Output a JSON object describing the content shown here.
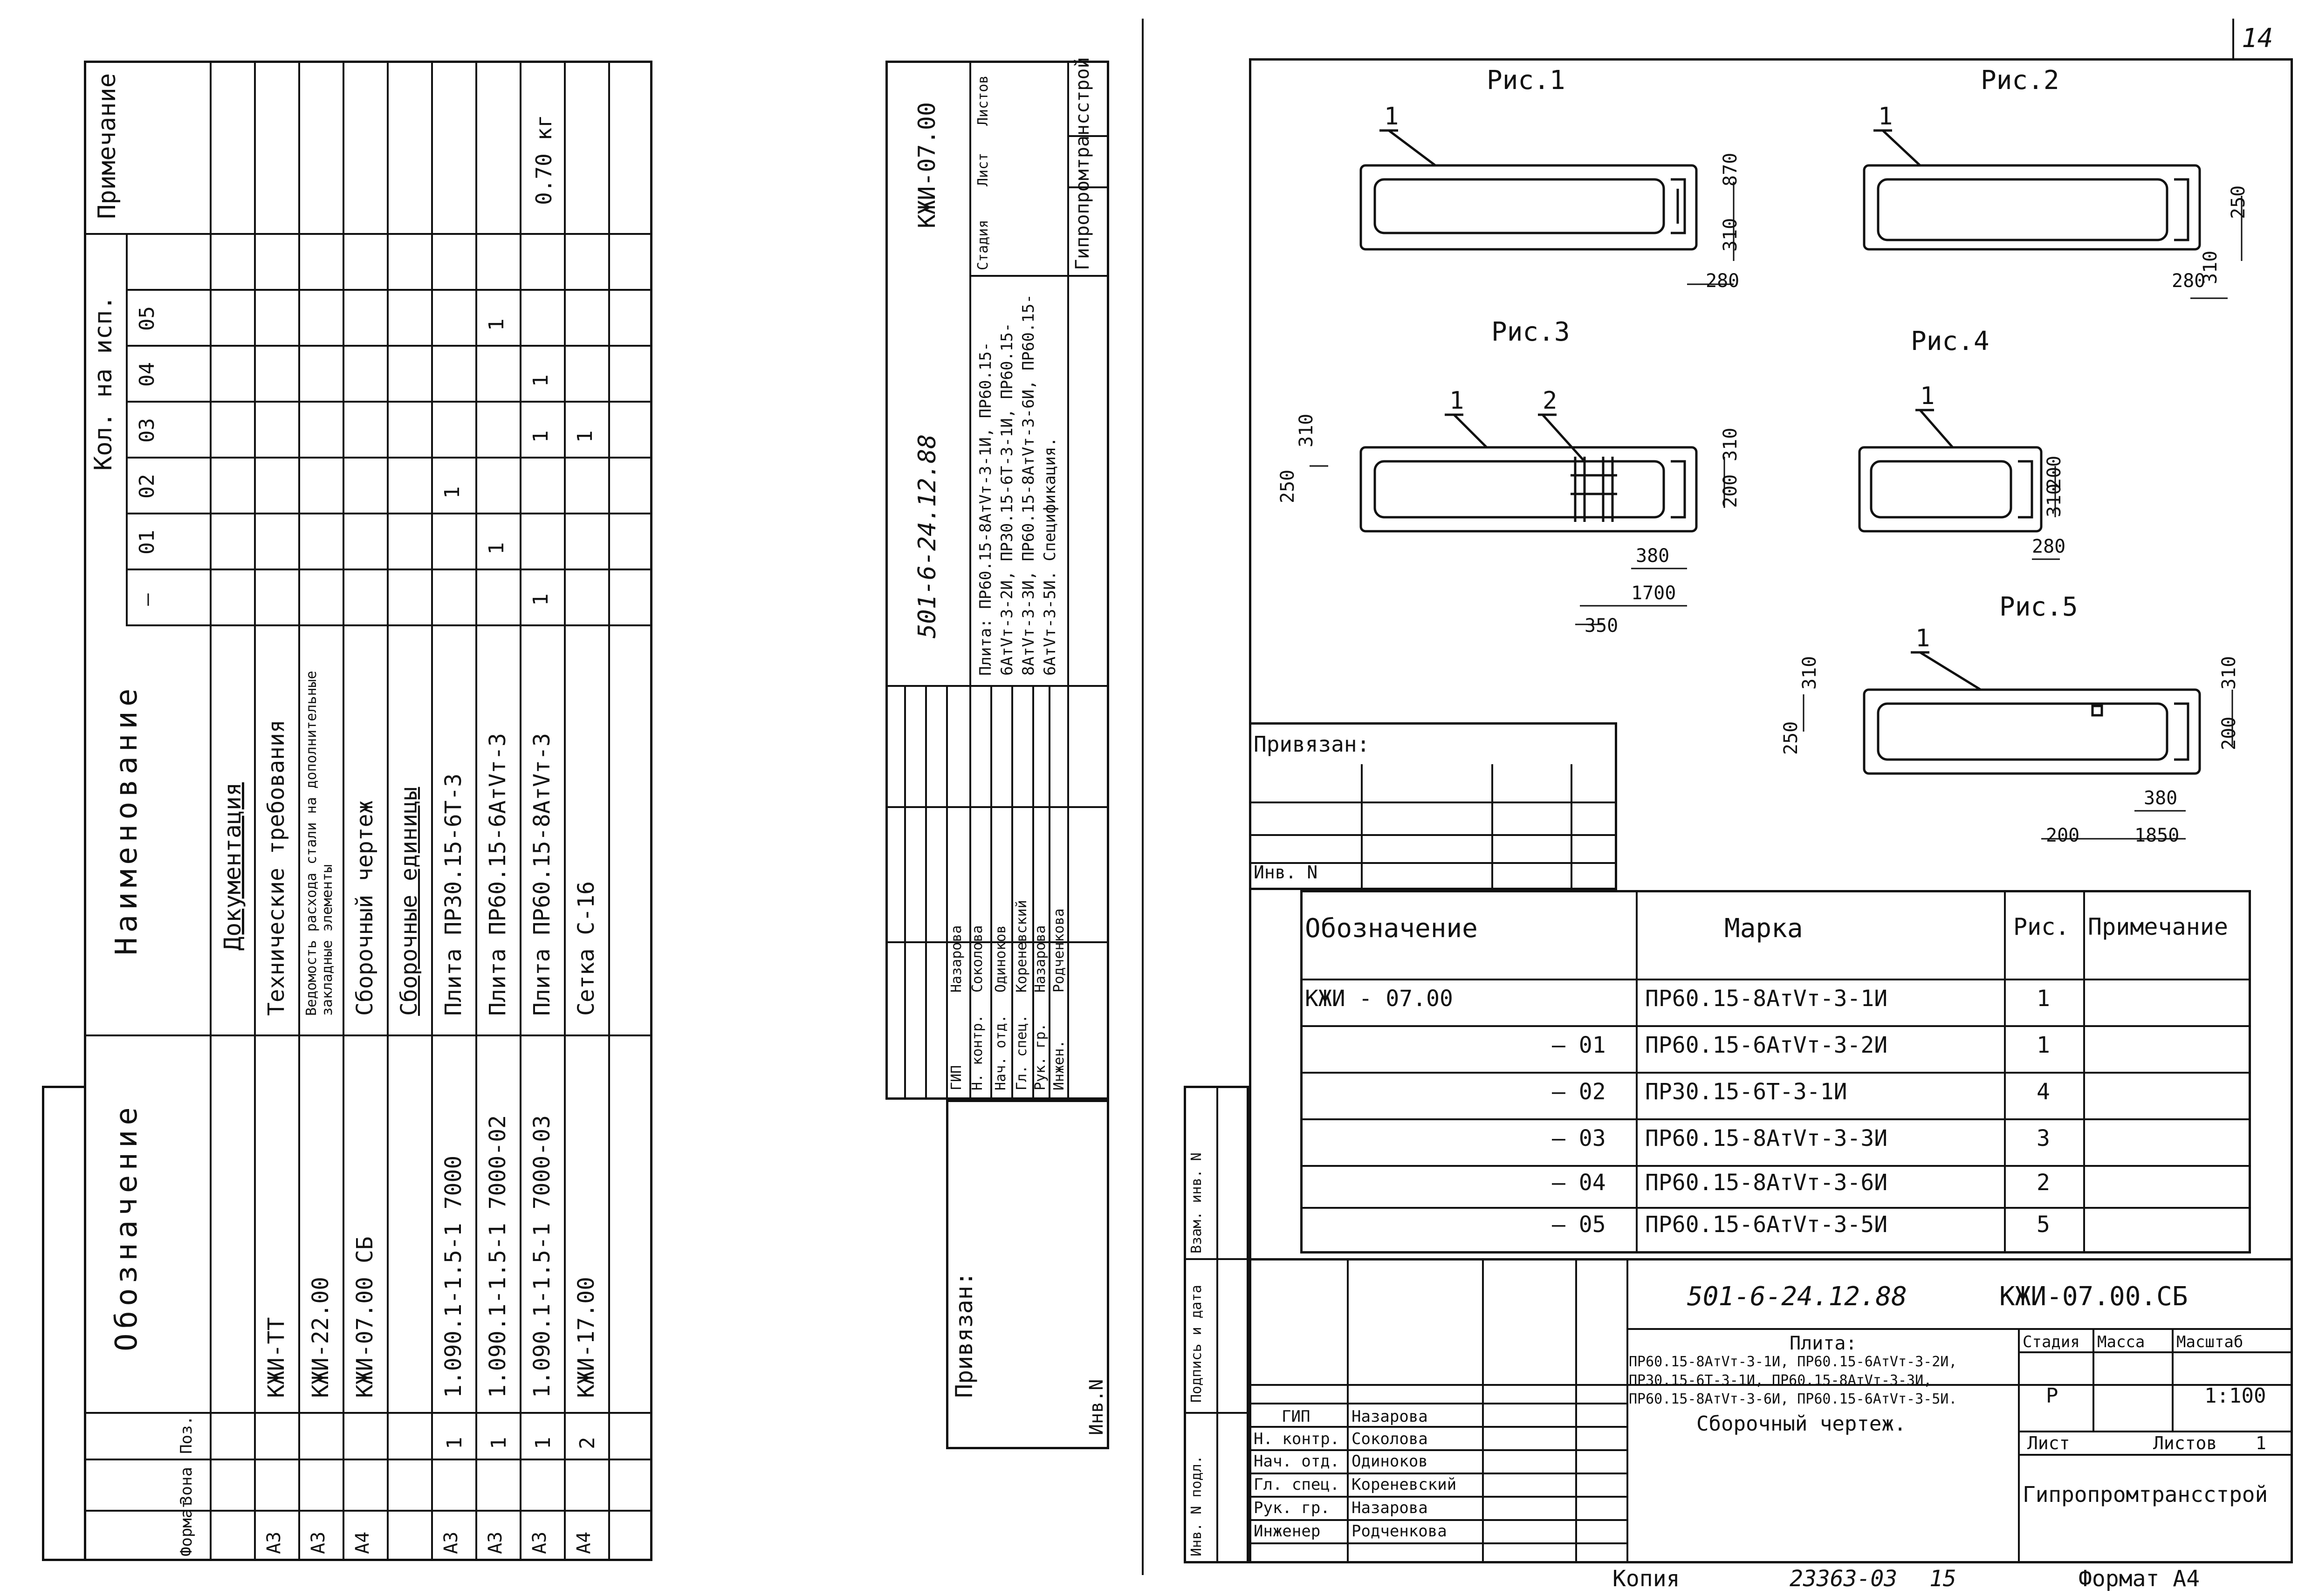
{
  "left_sheet": {
    "headers": {
      "format": "Формат",
      "zone": "Зона",
      "pos": "Поз.",
      "designation": "Обозначение",
      "name": "Наименование",
      "qty": "Кол. на исп.",
      "note": "Примечание"
    },
    "exec_columns": [
      "—",
      "01",
      "02",
      "03",
      "04",
      "05"
    ],
    "rows": [
      {
        "format": "",
        "pos": "",
        "designation": "",
        "name": "Документация",
        "note": "",
        "q": [
          "",
          "",
          "",
          "",
          "",
          ""
        ],
        "section": true
      },
      {
        "format": "А3",
        "pos": "",
        "designation": "КЖИ-ТТ",
        "name": "Технические требования",
        "note": "",
        "q": [
          "",
          "",
          "",
          "",
          "",
          ""
        ]
      },
      {
        "format": "А3",
        "pos": "",
        "designation": "КЖИ-22.00",
        "name": "Ведомость расхода стали на дополнительные закладные элементы",
        "note": "",
        "q": [
          "",
          "",
          "",
          "",
          "",
          ""
        ]
      },
      {
        "format": "А4",
        "pos": "",
        "designation": "КЖИ-07.00 СБ",
        "name": "Сборочный чертеж",
        "note": "",
        "q": [
          "",
          "",
          "",
          "",
          "",
          ""
        ]
      },
      {
        "format": "",
        "pos": "",
        "designation": "",
        "name": "Сборочные единицы",
        "note": "",
        "q": [
          "",
          "",
          "",
          "",
          "",
          ""
        ],
        "section": true
      },
      {
        "format": "А3",
        "pos": "1",
        "designation": "1.090.1-1.5-1 7000",
        "name": "Плита ПР30.15-6Т-3",
        "note": "",
        "q": [
          "",
          "",
          "1",
          "",
          "",
          ""
        ]
      },
      {
        "format": "А3",
        "pos": "1",
        "designation": "1.090.1-1.5-1 7000-02",
        "name": "Плита ПР60.15-6АтVт-3",
        "note": "",
        "q": [
          "",
          "1",
          "",
          "",
          "",
          "1"
        ]
      },
      {
        "format": "А3",
        "pos": "1",
        "designation": "1.090.1-1.5-1 7000-03",
        "name": "Плита ПР60.15-8АтVт-3",
        "note": "",
        "q": [
          "1",
          "",
          "",
          "1",
          "1",
          ""
        ]
      },
      {
        "format": "А4",
        "pos": "2",
        "designation": "КЖИ-17.00",
        "name": "Сетка С-16",
        "note": "0.70 кг",
        "q": [
          "",
          "",
          "",
          "1",
          "",
          ""
        ]
      }
    ],
    "stamp": {
      "code": "501-6-24.12.88",
      "doc": "КЖИ-07.00",
      "title": "Плита: ПР60.15-8АтVт-3-1И, ПР60.15-6АтVт-3-2И, ПР30.15-6Т-3-1И, ПР60.15-8АтVт-3-3И, ПР60.15-8АтVт-3-6И, ПР60.15-6АтVт-3-5И. Спецификация.",
      "stage_label": "Стадия",
      "sheet_label": "Лист",
      "sheets_label": "Листов",
      "org": "Гипропромтрансстрой",
      "privyazan": "Привязан:",
      "inv": "Инв.N",
      "people": [
        {
          "role": "ГИП",
          "name": "Назарова"
        },
        {
          "role": "Н. контр.",
          "name": "Соколова"
        },
        {
          "role": "Нач. отд.",
          "name": "Одиноков"
        },
        {
          "role": "Гл. спец.",
          "name": "Кореневский"
        },
        {
          "role": "Рук. гр.",
          "name": "Назарова"
        },
        {
          "role": "Инжен.",
          "name": "Родченкова"
        }
      ]
    }
  },
  "right_sheet": {
    "page_number": "14",
    "figures": [
      "Рис.1",
      "Рис.2",
      "Рис.3",
      "Рис.4",
      "Рис.5"
    ],
    "dims": {
      "f1": [
        "870",
        "310",
        "280"
      ],
      "f2": [
        "250",
        "310",
        "280"
      ],
      "f3": [
        "250",
        "310",
        "310",
        "200",
        "380",
        "1700",
        "350"
      ],
      "f4": [
        "310",
        "200",
        "280"
      ],
      "f5": [
        "250",
        "310",
        "200",
        "310",
        "380",
        "200",
        "1850"
      ]
    },
    "callouts": [
      "1",
      "2"
    ],
    "privyazan": "Привязан:",
    "inv": "Инв. N",
    "table": {
      "headers": [
        "Обозначение",
        "Марка",
        "Рис.",
        "Примечание"
      ],
      "rows": [
        [
          "КЖИ - 07.00",
          "ПР60.15-8АтVт-3-1И",
          "1",
          ""
        ],
        [
          "— 01",
          "ПР60.15-6АтVт-3-2И",
          "1",
          ""
        ],
        [
          "— 02",
          "ПР30.15-6Т-3-1И",
          "4",
          ""
        ],
        [
          "— 03",
          "ПР60.15-8АтVт-3-3И",
          "3",
          ""
        ],
        [
          "— 04",
          "ПР60.15-8АтVт-3-6И",
          "2",
          ""
        ],
        [
          "— 05",
          "ПР60.15-6АтVт-3-5И",
          "5",
          ""
        ]
      ]
    },
    "side_labels": [
      "Инв. N подл.",
      "Подпись и дата",
      "Взам. инв. N"
    ],
    "stamp": {
      "code": "501-6-24.12.88",
      "doc": "КЖИ-07.00.СБ",
      "title_line1": "Плита:",
      "title_line2": "ПР60.15-8АтVт-3-1И, ПР60.15-6АтVт-3-2И,",
      "title_line3": "ПР30.15-6Т-3-1И, ПР60.15-8АтVт-3-3И,",
      "title_line4": "ПР60.15-8АтVт-3-6И, ПР60.15-6АтVт-3-5И.",
      "subtitle": "Сборочный чертеж.",
      "stage_label": "Стадия",
      "mass_label": "Масса",
      "scale_label": "Масштаб",
      "stage": "Р",
      "scale": "1:100",
      "sheet_label": "Лист",
      "sheets_label": "Листов",
      "sheets": "1",
      "org": "Гипропромтрансстрой",
      "people": [
        {
          "role": "ГИП",
          "name": "Назарова"
        },
        {
          "role": "Н. контр.",
          "name": "Соколова"
        },
        {
          "role": "Нач. отд.",
          "name": "Одиноков"
        },
        {
          "role": "Гл. спец.",
          "name": "Кореневский"
        },
        {
          "role": "Рук. гр.",
          "name": "Назарова"
        },
        {
          "role": "Инженер",
          "name": "Родченкова"
        }
      ]
    },
    "footer": {
      "copy": "Копия",
      "number": "23363-03",
      "sheet_no": "15",
      "format": "Формат А4"
    }
  }
}
